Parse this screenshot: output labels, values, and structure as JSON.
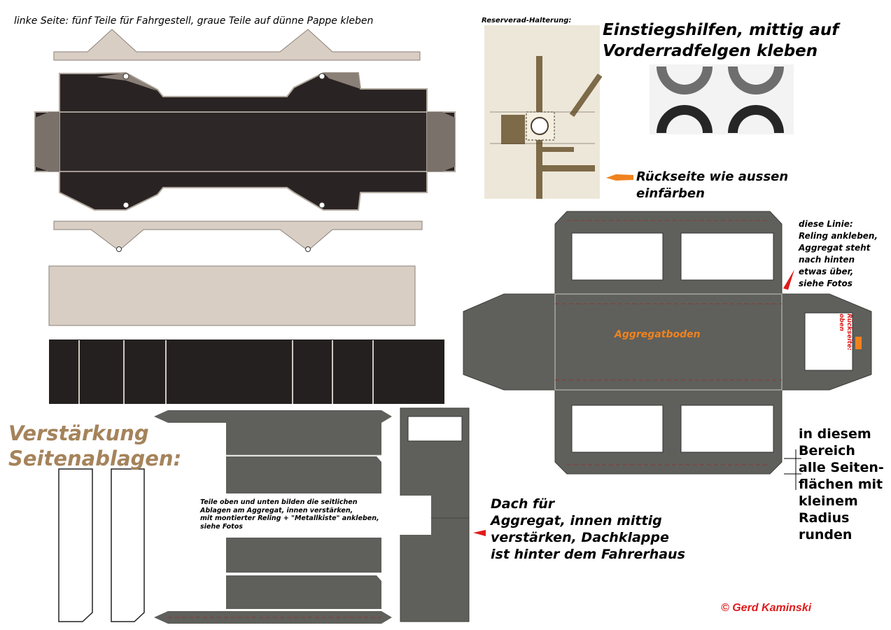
{
  "left_title": "linke Seite:  fünf Teile für Fahrgestell, graue Teile auf dünne Pappe kleben",
  "spare_wheel_label": "Reserverad-Halterung:",
  "step_title_line1": "Einstiegshilfen, mittig auf",
  "step_title_line2": "Vorderradfelgen kleben",
  "back_color_line1": "Rückseite wie aussen",
  "back_color_line2": "einfärben",
  "line_note": [
    "diese Linie:",
    "Reling ankleben,",
    "Aggregat steht",
    "nach hinten",
    "etwas über,",
    "siehe Fotos"
  ],
  "aggregate_floor": "Aggregatboden",
  "back_top": "Rückseite:",
  "back_top2": "oben",
  "reinforce_line1": "Verstärkung",
  "reinforce_line2": "Seitenablagen:",
  "side_note": [
    "Teile oben und unten bilden die seitlichen",
    "Ablagen am Aggregat, innen verstärken,",
    "mit montierter Reling + \"Metallkiste\" ankleben,",
    "siehe Fotos"
  ],
  "roof_note": [
    "Dach für",
    "Aggregat, innen mittig",
    "verstärken, Dachklappe",
    "ist hinter dem Fahrerhaus"
  ],
  "edge_note": [
    "in diesem",
    "Bereich",
    "alle Seiten-",
    "flächen mit",
    "kleinem",
    "Radius",
    "runden"
  ],
  "copyright": "©  Gerd Kaminski",
  "colors": {
    "dark_part": "#2a2323",
    "tan_part": "#d8cdc2",
    "gray_part": "#5f605b",
    "brown_text": "#a5835b",
    "orange": "#f0821e",
    "red": "#e01b1b"
  }
}
